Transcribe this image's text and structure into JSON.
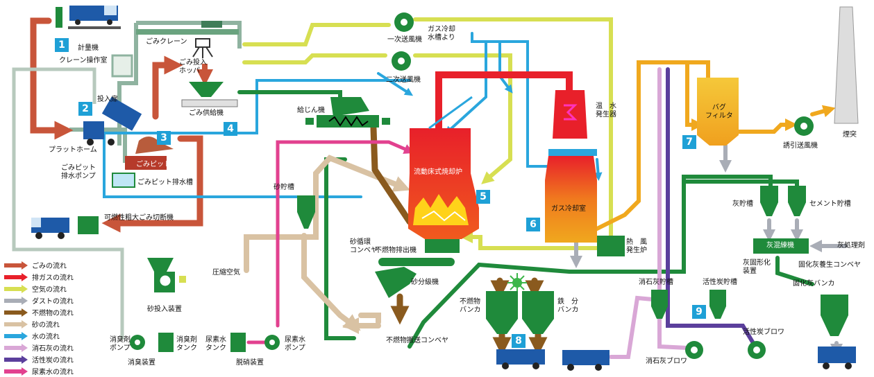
{
  "legend": [
    {
      "label": "ごみの流れ",
      "color": "#c8553a"
    },
    {
      "label": "排ガスの流れ",
      "color": "#e8202a"
    },
    {
      "label": "空気の流れ",
      "color": "#d7df52"
    },
    {
      "label": "ダストの流れ",
      "color": "#a9adb6"
    },
    {
      "label": "不燃物の流れ",
      "color": "#8a5a1e"
    },
    {
      "label": "砂の流れ",
      "color": "#d9c2a3"
    },
    {
      "label": "水の流れ",
      "color": "#2aa6dd"
    },
    {
      "label": "消石灰の流れ",
      "color": "#d9a7d6"
    },
    {
      "label": "活性炭の流れ",
      "color": "#5b3f9c"
    },
    {
      "label": "尿素水の流れ",
      "color": "#e2418f"
    }
  ],
  "numbers": [
    "1",
    "2",
    "3",
    "4",
    "5",
    "6",
    "7",
    "8",
    "9"
  ],
  "labels": {
    "scale": "計量機",
    "crane_room": "クレーン操作室",
    "gomi_crane": "ごみクレーン",
    "hopper": "ごみ投入\nホッパ",
    "feeder": "ごみ供給機",
    "door": "投入扉",
    "platform": "プラットホーム",
    "pit": "ごみピット",
    "pit_drain_tank": "ごみピット排水槽",
    "pit_pump": "ごみピット\n排水ポンプ",
    "shredder": "可燃性粗大ごみ切断機",
    "primary_fan": "一次送風機",
    "secondary_fan": "二次送風機",
    "gas_cool_water": "ガス冷却\n水槽より",
    "dust_feeder": "給じん機",
    "furnace": "流動床式焼却炉",
    "hot_water": "温　水\n発生器",
    "gas_cooler": "ガス冷却室",
    "bag_filter": "バグ\nフィルタ",
    "induced_fan": "誘引送風機",
    "stack": "煙突",
    "sand_tank": "砂貯槽",
    "sand_conv": "砂循環\nコンベヤ",
    "incombustible_out": "不燃物排出機",
    "sand_classifier": "砂分級機",
    "compressed_air": "圧縮空気",
    "sand_input": "砂投入装置",
    "hot_air": "熱　風\n発生炉",
    "ash_tank": "灰貯槽",
    "cement_tank": "セメント貯槽",
    "ash_mixer": "灰混練機",
    "ash_agent": "灰処理剤",
    "ash_solidify": "灰固形化\n装置",
    "solid_cure_conv": "固化灰養生コンベヤ",
    "solid_bunker": "固化灰バンカ",
    "incomb_bunker": "不燃物\nバンカ",
    "iron_bunker": "鉄　分\nバンカ",
    "incomb_conv": "不燃物搬送コンベヤ",
    "lime_tank": "消石灰貯槽",
    "carbon_tank": "活性炭貯槽",
    "carbon_blower": "活性炭ブロワ",
    "lime_blower": "消石灰ブロワ",
    "deodor_pump": "消臭剤\nポンプ",
    "deodor_tank": "消臭剤\nタンク",
    "deodor_unit": "消臭装置",
    "urea_tank": "尿素水\nタンク",
    "urea_pump": "尿素水\nポンプ",
    "denitration": "脱硝装置"
  }
}
